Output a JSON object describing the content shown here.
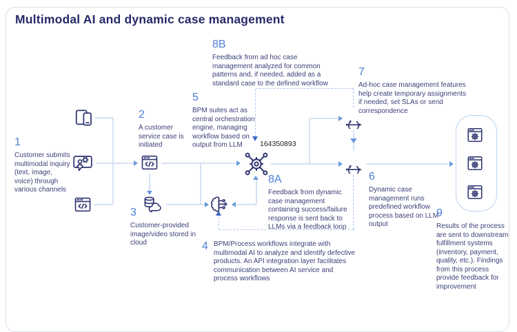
{
  "title": "Multimodal AI and dynamic case management",
  "watermark": "164350893",
  "colors": {
    "accent_blue": "#4c7ed6",
    "navy": "#262a68",
    "text_navy": "#3a3f77",
    "line_light": "#d5e1f3",
    "arrow_blue": "#6b9add",
    "dashed_blue": "#abc7ea",
    "arrow_dark": "#3b66c4",
    "box_border": "#bdd4f0",
    "watermark": "#1c1c1c"
  },
  "steps": {
    "s1": {
      "num": "1",
      "text": "Customer submits multimodal inquiry (text, image, voice) through various channels"
    },
    "s2": {
      "num": "2",
      "text": "A customer service case is initiated"
    },
    "s3": {
      "num": "3",
      "text": "Customer-provided image/video stored in cloud"
    },
    "s4": {
      "num": "4",
      "text": "BPM/Process workflows integrate with multimodal AI to analyze and identify defective products. An API integration layer facilitates communication between AI service and process workflows"
    },
    "s5": {
      "num": "5",
      "text": "BPM suites act as central orchestration engine, managing workflow based on output from LLM"
    },
    "s6": {
      "num": "6",
      "text": "Dynamic case management runs predefined workflow process based on LLM output"
    },
    "s7": {
      "num": "7",
      "text": "Ad-hoc case management features help create temporary assignments if needed, set SLAs or send correspondence"
    },
    "s8a": {
      "num": "8A",
      "text": "Feedback from dynamic case management containing success/failure response is sent back to LLMs via a feedback loop"
    },
    "s8b": {
      "num": "8B",
      "text": "Feedback from ad hoc case management analyzed for common patterns and, if needed, added as a standard case to the defined workflow"
    },
    "s9": {
      "num": "9",
      "text": "Results of the process are sent to downstream fulfillment systems (inventory, payment, quality, etc.). Findings from this process provide feedback for improvement"
    }
  },
  "icons": {
    "channels": [
      "devices-icon",
      "customer-support-icon",
      "code-window-icon"
    ],
    "case": "code-window-icon",
    "storage": "cloud-storage-icon",
    "ai": "ai-brain-icon",
    "orchestration": "orchestration-gear-icon",
    "case_management": [
      "loop-icon",
      "loop-icon"
    ],
    "fulfillment_systems": [
      "app-gear-icon",
      "app-gear-icon",
      "app-gear-icon"
    ]
  }
}
